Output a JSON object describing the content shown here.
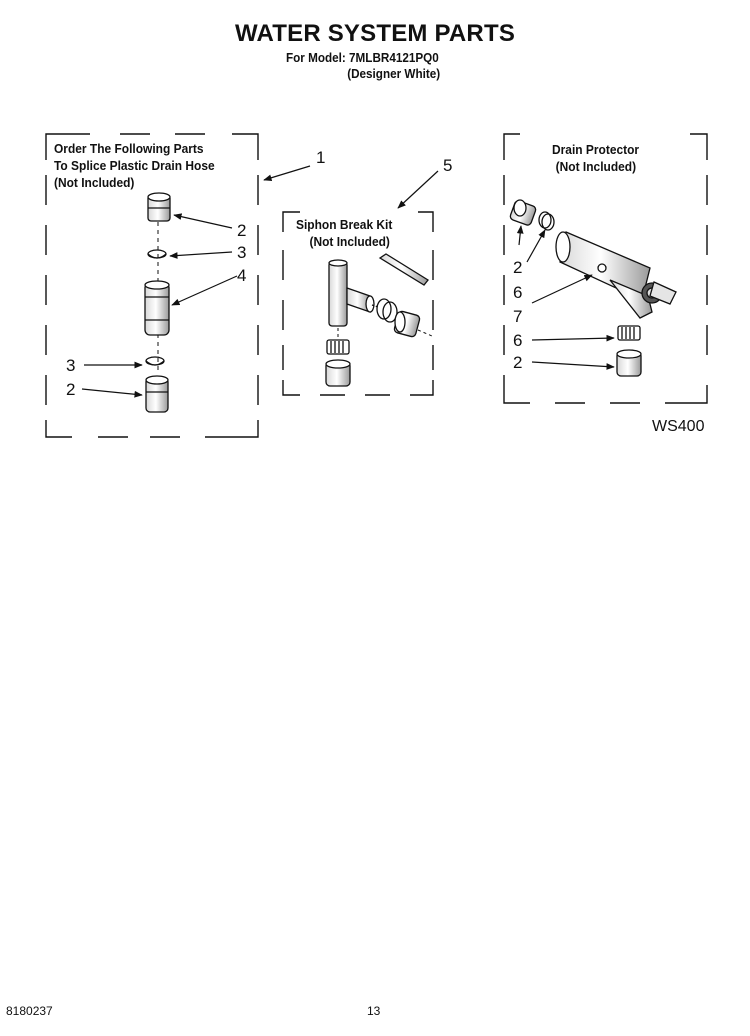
{
  "header": {
    "title": "WATER SYSTEM PARTS",
    "model_line": "For Model: 7MLBR4121PQ0",
    "variant_line": "(Designer White)"
  },
  "panels": {
    "splice": {
      "lines": [
        "Order The Following Parts",
        "To Splice Plastic Drain Hose",
        "(Not Included)"
      ]
    },
    "siphon": {
      "lines": [
        "Siphon Break Kit",
        "(Not Included)"
      ]
    },
    "drain": {
      "lines": [
        "Drain Protector",
        "(Not Included)"
      ]
    }
  },
  "callouts": {
    "c1": "1",
    "c5": "5",
    "splice_2a": "2",
    "splice_3a": "3",
    "splice_4": "4",
    "splice_3b": "3",
    "splice_2b": "2",
    "drain_2a": "2",
    "drain_6a": "6",
    "drain_7": "7",
    "drain_6b": "6",
    "drain_2b": "2"
  },
  "diagram_ref": "WS400",
  "footer": {
    "doc_number": "8180237",
    "page_number": "13"
  }
}
